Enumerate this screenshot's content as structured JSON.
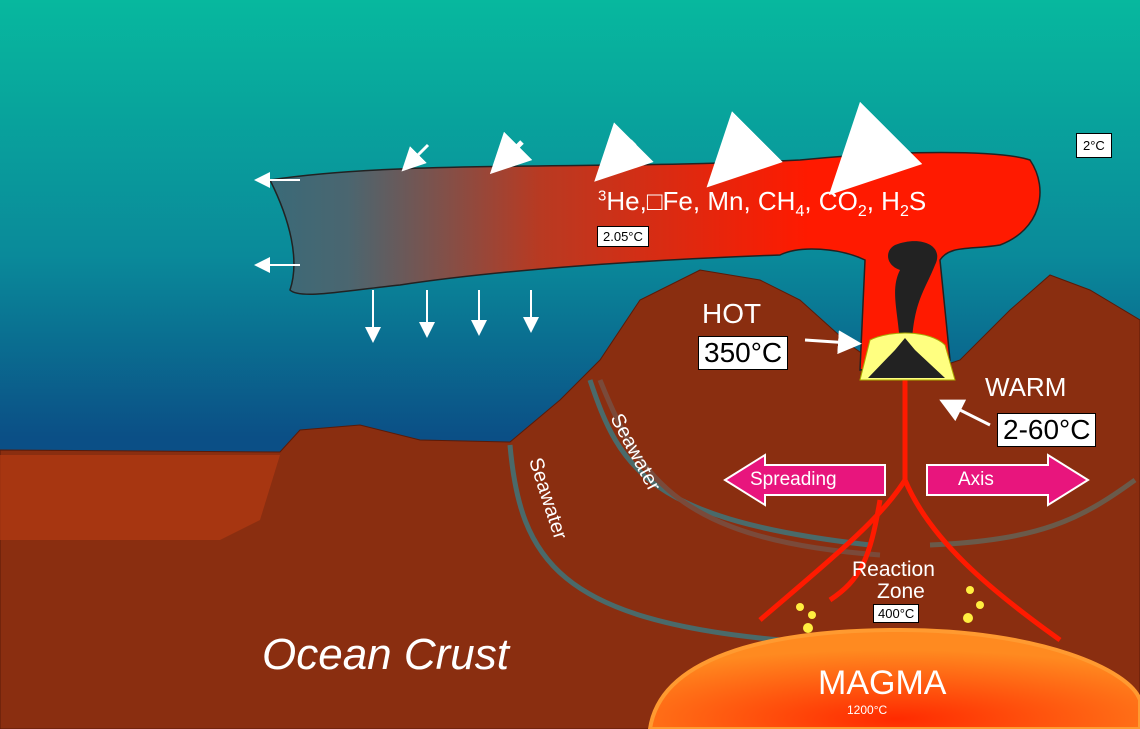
{
  "plume": {
    "chemicals": {
      "he_sup": "3",
      "he": "He,",
      "sep": "□",
      "rest1": "Fe, Mn, CH",
      "sub4": "4",
      "rest2": ", CO",
      "sub2a": "2",
      "rest3": ", H",
      "sub2b": "2",
      "rest4": "S"
    },
    "temp_plume": "2.05°C",
    "temp_ambient": "2°C"
  },
  "vent": {
    "hot_label": "HOT",
    "hot_temp": "350°C",
    "warm_label": "WARM",
    "warm_temp": "2-60°C"
  },
  "flows": {
    "seawater_1": "Seawater",
    "seawater_2": "Seawater",
    "spreading": "Spreading",
    "axis": "Axis"
  },
  "reaction": {
    "label_1": "Reaction",
    "label_2": "Zone",
    "temp": "400°C"
  },
  "magma": {
    "label": "MAGMA",
    "temp": "1200°C"
  },
  "crust": {
    "label": "Ocean Crust"
  },
  "colors": {
    "ocean_top": "#07b89e",
    "ocean_bottom": "#0b4f86",
    "crust": "#8a2e10",
    "plume": "#ff1a00",
    "spreading_arrow": "#e8157d",
    "magma": "#ff3a10"
  }
}
